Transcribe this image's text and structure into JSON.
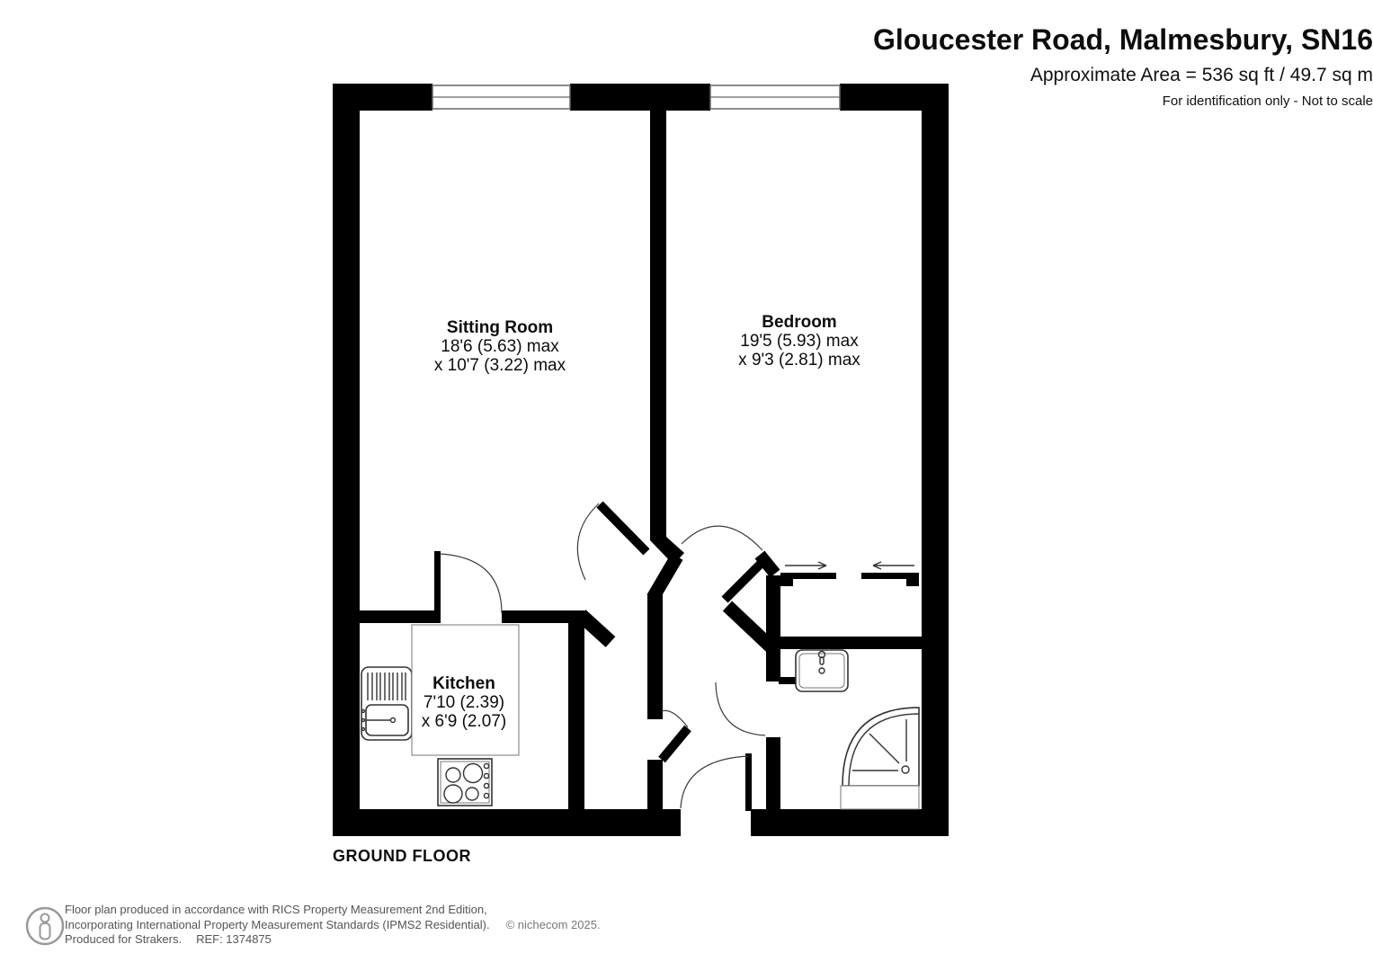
{
  "header": {
    "title": "Gloucester Road, Malmesbury, SN16",
    "area": "Approximate Area = 536 sq ft / 49.7 sq m",
    "disclaimer": "For identification only - Not to scale"
  },
  "floor_label": "GROUND FLOOR",
  "rooms": {
    "sitting_room": {
      "name": "Sitting Room",
      "dim_line1": "18'6 (5.63) max",
      "dim_line2": "x 10'7 (3.22) max"
    },
    "bedroom": {
      "name": "Bedroom",
      "dim_line1": "19'5 (5.93) max",
      "dim_line2": "x 9'3 (2.81) max"
    },
    "kitchen": {
      "name": "Kitchen",
      "dim_line1": "7'10 (2.39)",
      "dim_line2": "x 6'9 (2.07)"
    }
  },
  "footer": {
    "line1": "Floor plan produced in accordance with RICS Property Measurement 2nd Edition,",
    "line2": "Incorporating International Property Measurement Standards (IPMS2 Residential).",
    "copyright": "© nichecom 2025.",
    "line3": "Produced for Strakers.",
    "ref": "REF: 1374875",
    "logo_icon": "person-in-circle-icon"
  },
  "colors": {
    "wall": "#000000",
    "window_stroke": "#666666",
    "fixture_stroke": "#333333",
    "footer_text": "#555555"
  }
}
